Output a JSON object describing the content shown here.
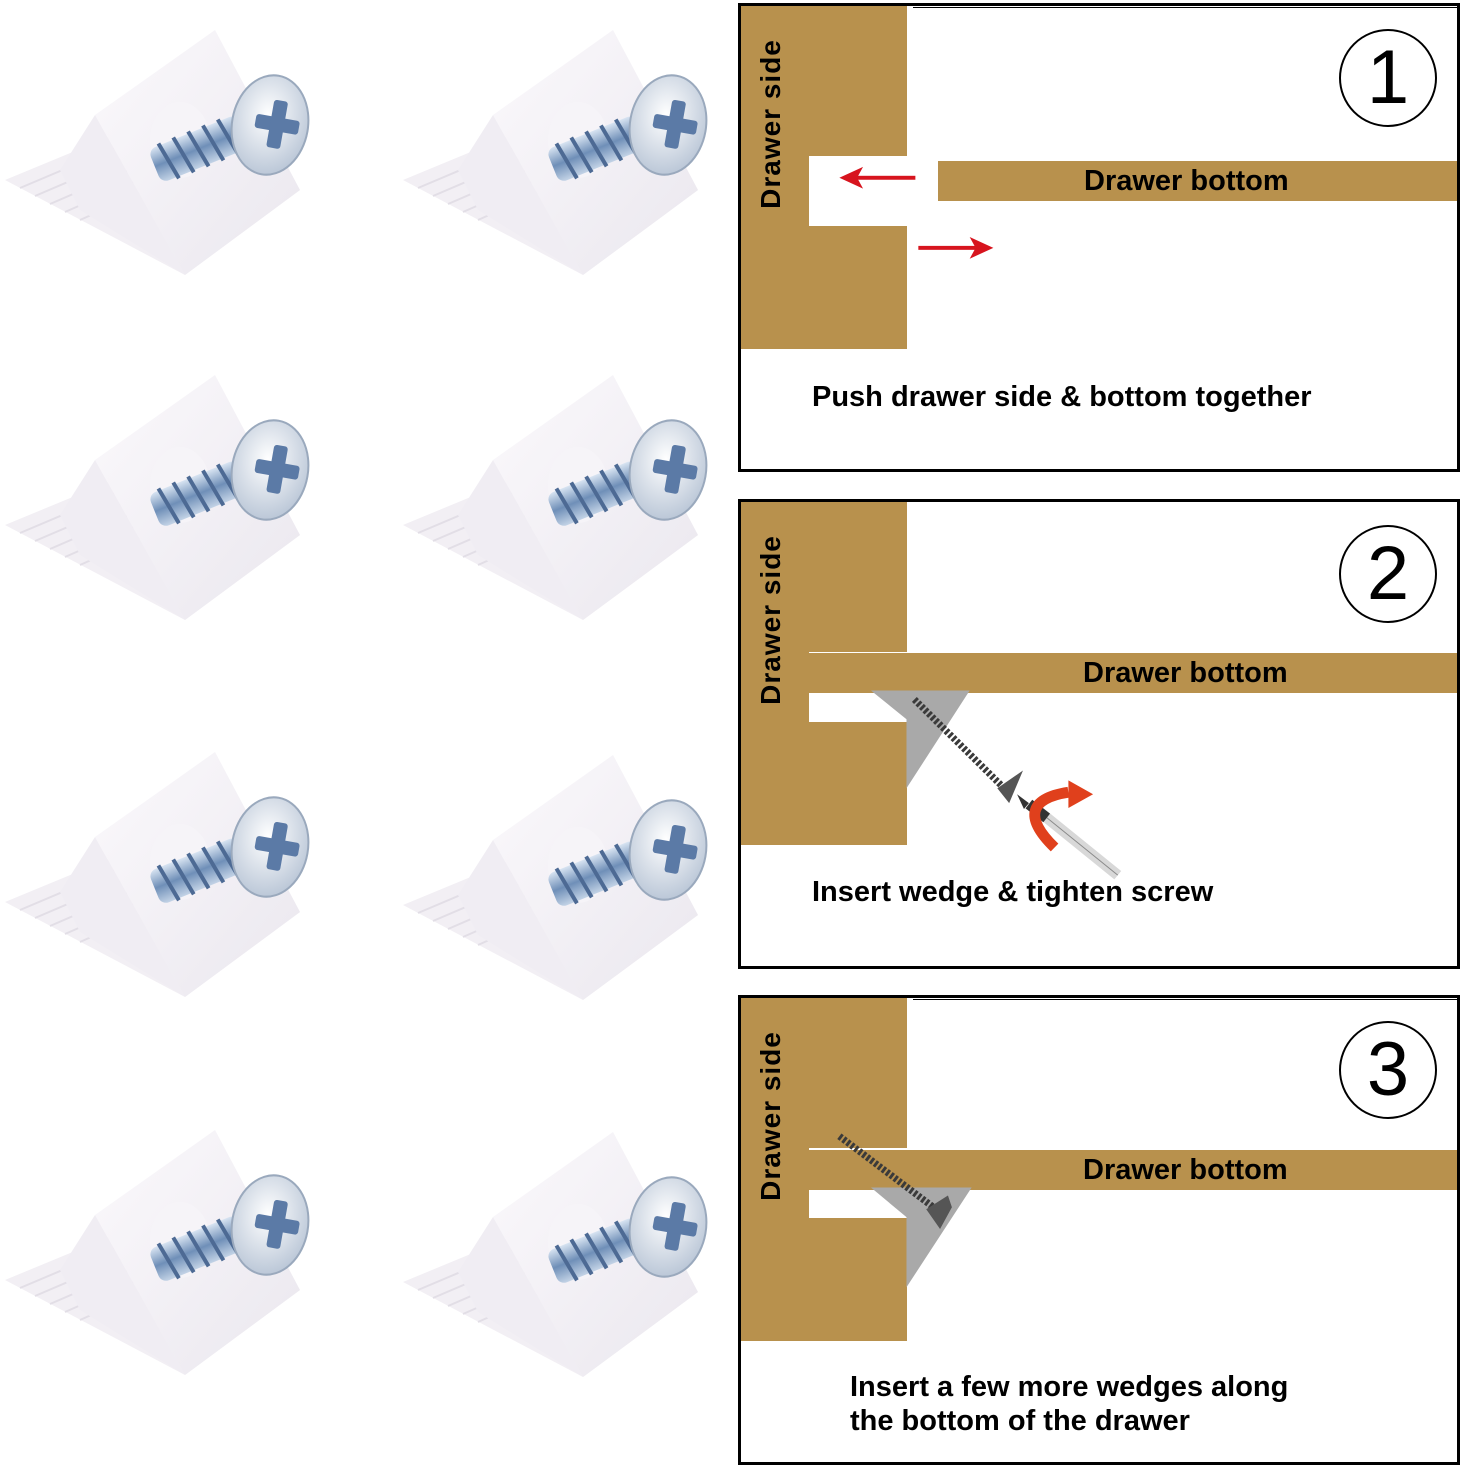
{
  "product": {
    "item_name": "plastic drawer wedge with Phillips screw",
    "count": 8,
    "photos": [
      {
        "label": "wedge-1"
      },
      {
        "label": "wedge-2"
      },
      {
        "label": "wedge-3"
      },
      {
        "label": "wedge-4"
      },
      {
        "label": "wedge-5"
      },
      {
        "label": "wedge-6"
      },
      {
        "label": "wedge-7"
      },
      {
        "label": "wedge-8"
      }
    ]
  },
  "colors": {
    "wood": "#b8914d",
    "arrow_red": "#d7141e",
    "rotate_arrow": "#e0401c",
    "wedge_gray": "#a9a9a9",
    "screw_dark": "#3a3a3a",
    "border": "#000000"
  },
  "steps": [
    {
      "number": "1",
      "side_label": "Drawer side",
      "bottom_label": "Drawer bottom",
      "caption": "Push drawer side & bottom together",
      "icons": [
        "arrow-left-icon",
        "arrow-right-icon"
      ]
    },
    {
      "number": "2",
      "side_label": "Drawer side",
      "bottom_label": "Drawer bottom",
      "caption": "Insert wedge & tighten screw",
      "icons": [
        "wedge-icon",
        "screw-icon",
        "screwdriver-icon",
        "rotate-arrow-icon"
      ]
    },
    {
      "number": "3",
      "side_label": "Drawer side",
      "bottom_label": "Drawer bottom",
      "caption_lines": [
        "Insert a few more wedges along",
        "the bottom of the drawer"
      ],
      "icons": [
        "wedge-icon",
        "screw-icon"
      ]
    }
  ]
}
